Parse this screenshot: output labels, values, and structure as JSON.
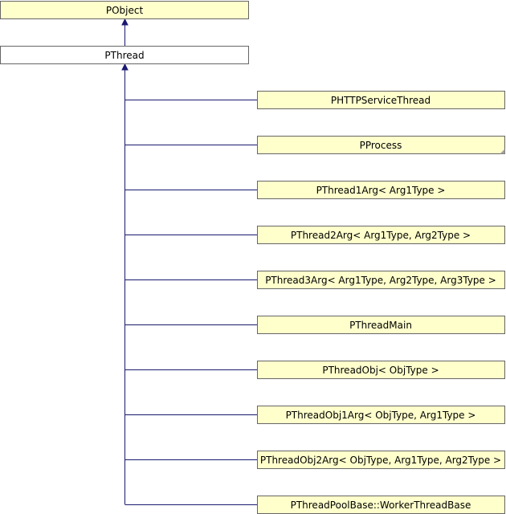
{
  "colors": {
    "node_fill": "#ffffcc",
    "node_fill_focus": "#ffffff",
    "node_stroke": "#666666",
    "node_stroke_focus": "#000000",
    "edge": "#191970"
  },
  "nodes": {
    "base": {
      "label": "PObject"
    },
    "focus": {
      "label": "PThread"
    },
    "children": [
      {
        "label": "PHTTPServiceThread",
        "truncated": false
      },
      {
        "label": "PProcess",
        "truncated": true
      },
      {
        "label": "PThread1Arg< Arg1Type >",
        "truncated": false
      },
      {
        "label": "PThread2Arg< Arg1Type, Arg2Type >",
        "truncated": false
      },
      {
        "label": "PThread3Arg< Arg1Type, Arg2Type, Arg3Type >",
        "truncated": false
      },
      {
        "label": "PThreadMain",
        "truncated": false
      },
      {
        "label": "PThreadObj< ObjType >",
        "truncated": false
      },
      {
        "label": "PThreadObj1Arg< ObjType, Arg1Type >",
        "truncated": false
      },
      {
        "label": "PThreadObj2Arg< ObjType, Arg1Type, Arg2Type >",
        "truncated": false
      },
      {
        "label": "PThreadPoolBase::WorkerThreadBase",
        "truncated": false
      }
    ]
  }
}
